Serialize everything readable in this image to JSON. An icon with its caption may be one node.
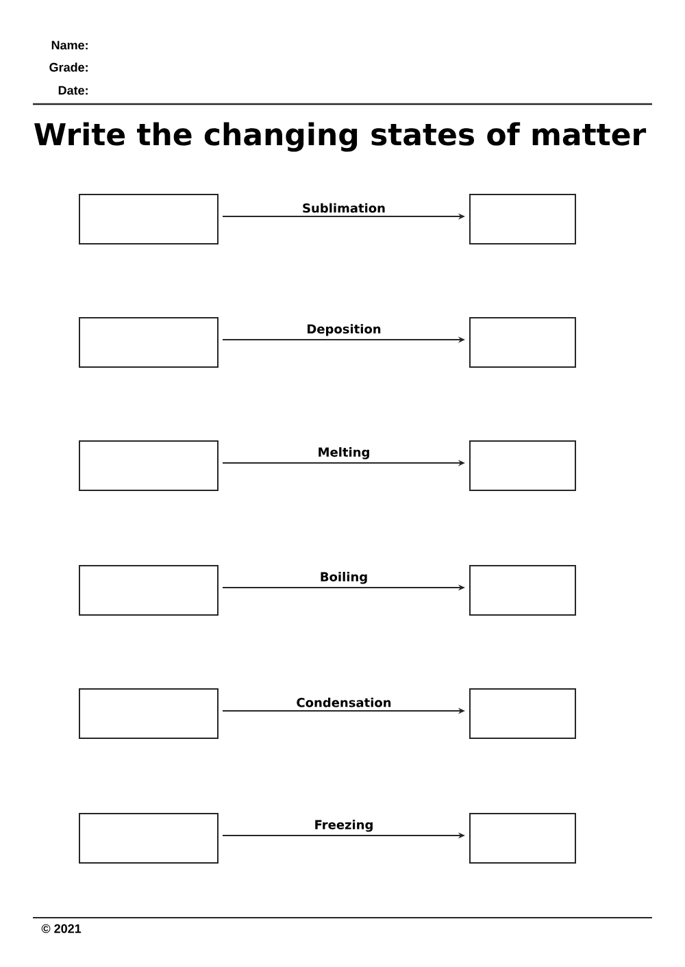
{
  "diagram": {
    "title": "Write the changing states of matter",
    "nodes": [
      {
        "text": [],
        "shape": "box"
      },
      {
        "text": [],
        "shape": "box"
      },
      {
        "text": [],
        "shape": "box"
      },
      {
        "text": [],
        "shape": "box"
      },
      {
        "text": [],
        "shape": "box"
      },
      {
        "text": [],
        "shape": "box"
      },
      {
        "text": [],
        "shape": "box"
      },
      {
        "text": [],
        "shape": "box"
      },
      {
        "text": [],
        "shape": "box"
      },
      {
        "text": [],
        "shape": "box"
      },
      {
        "text": [],
        "shape": "box"
      },
      {
        "text": [],
        "shape": "box"
      }
    ],
    "edges": [
      {
        "from": 0,
        "to": 1,
        "arrow": "to",
        "label": "Sublimation"
      },
      {
        "from": 2,
        "to": 3,
        "arrow": "to",
        "label": "Deposition"
      },
      {
        "from": 4,
        "to": 5,
        "arrow": "to",
        "label": "Melting"
      },
      {
        "from": 6,
        "to": 7,
        "arrow": "to",
        "label": "Boiling"
      },
      {
        "from": 8,
        "to": 9,
        "arrow": "to",
        "label": "Condensation"
      },
      {
        "from": 10,
        "to": 11,
        "arrow": "to",
        "label": "Freezing"
      }
    ],
    "labels": [
      "Name:",
      "Grade:",
      "Date:",
      "© 2021"
    ]
  }
}
